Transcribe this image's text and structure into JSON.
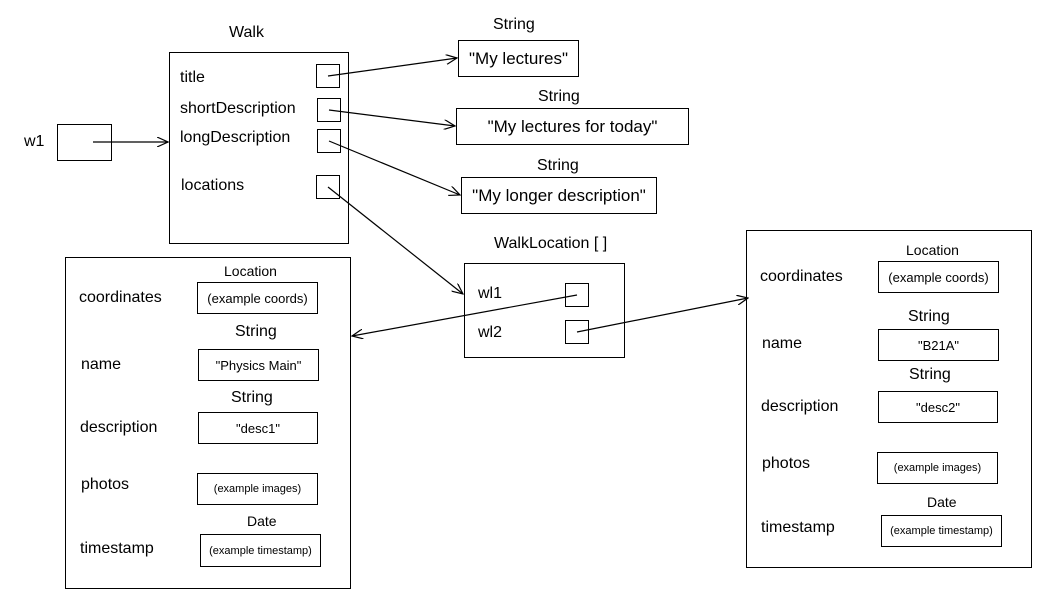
{
  "var_w1": "w1",
  "walk": {
    "type": "Walk",
    "fields": [
      "title",
      "shortDescription",
      "longDescription",
      "locations"
    ]
  },
  "strings": [
    {
      "type": "String",
      "value": "\"My lectures\""
    },
    {
      "type": "String",
      "value": "\"My lectures for today\""
    },
    {
      "type": "String",
      "value": "\"My longer description\""
    }
  ],
  "walk_location_array": {
    "type": "WalkLocation [ ]",
    "items": [
      "wl1",
      "wl2"
    ]
  },
  "location1": {
    "fields": [
      "coordinates",
      "name",
      "description",
      "photos",
      "timestamp"
    ],
    "types": [
      "Location",
      "String",
      "String",
      "",
      "Date"
    ],
    "values": [
      "(example coords)",
      "\"Physics Main\"",
      "\"desc1\"",
      "(example images)",
      "(example timestamp)"
    ]
  },
  "location2": {
    "fields": [
      "coordinates",
      "name",
      "description",
      "photos",
      "timestamp"
    ],
    "types": [
      "Location",
      "String",
      "String",
      "",
      "Date"
    ],
    "values": [
      "(example coords)",
      "\"B21A\"",
      "\"desc2\"",
      "(example images)",
      "(example timestamp)"
    ]
  }
}
